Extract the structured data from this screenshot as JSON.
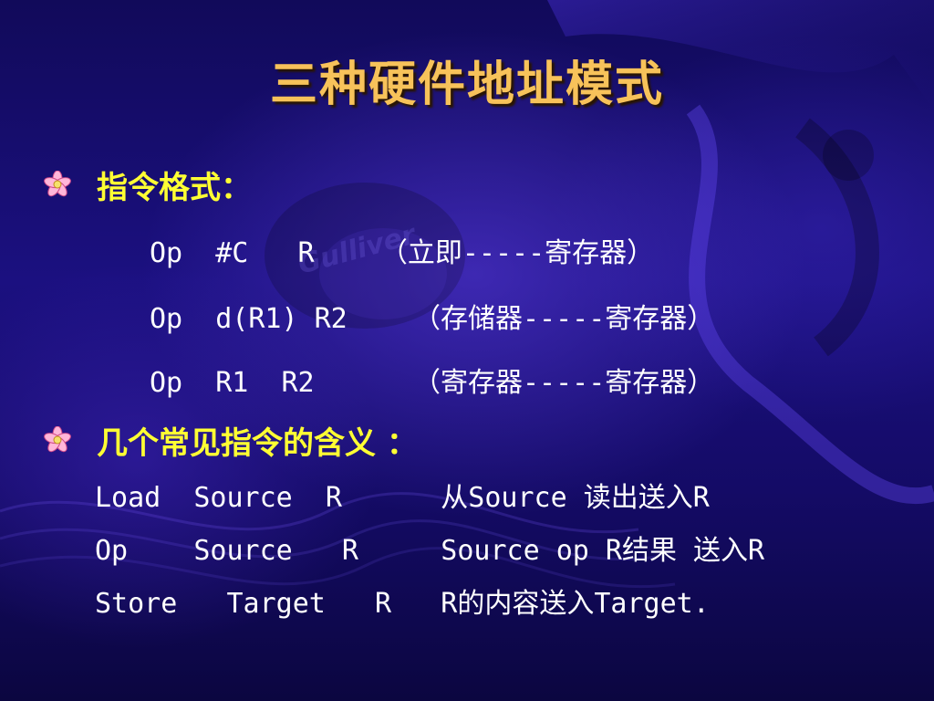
{
  "slide": {
    "title": "三种硬件地址模式",
    "section1": {
      "heading": "指令格式：",
      "lines": [
        "Op  #C   R    （立即-----寄存器）",
        "Op  d(R1) R2    （存储器-----寄存器）",
        "Op  R1  R2      （寄存器-----寄存器）"
      ]
    },
    "section2": {
      "heading": "几个常见指令的含义 ：",
      "lines": [
        "Load  Source  R      从Source 读出送入R",
        "Op    Source   R     Source op R结果 送入R",
        "Store   Target   R   R的内容送入Target."
      ]
    },
    "watermark": "Gulliver",
    "icons": {
      "bullet": "flower-bullet-icon"
    },
    "colors": {
      "title": "#f7c25a",
      "heading": "#ffff33",
      "body": "#ffffff",
      "background": "#1b1080"
    }
  }
}
